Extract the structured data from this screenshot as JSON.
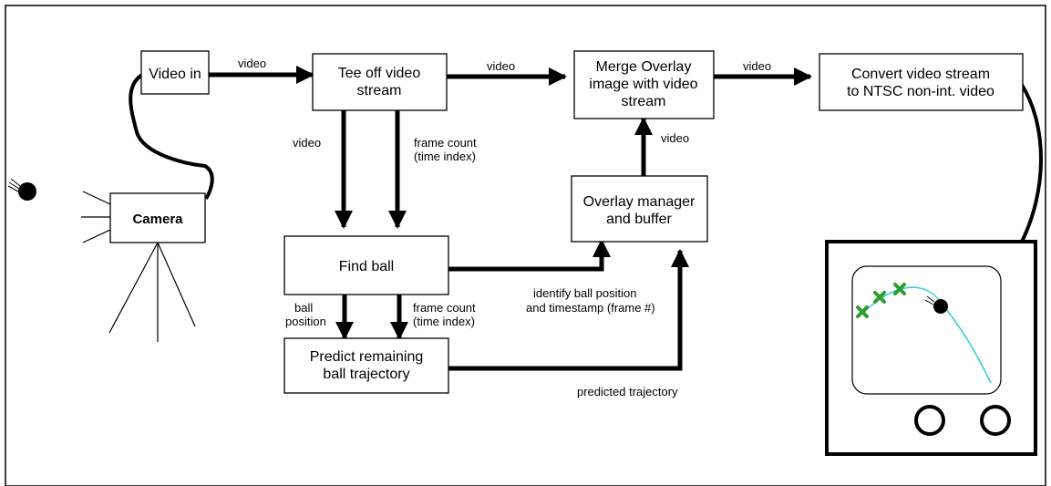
{
  "boxes": {
    "video_in": [
      "Video in"
    ],
    "tee_off": [
      "Tee off video",
      "stream"
    ],
    "merge_overlay": [
      "Merge Overlay",
      "image with video",
      "stream"
    ],
    "convert": [
      "Convert video stream",
      "to NTSC non-int. video"
    ],
    "camera": [
      "Camera"
    ],
    "find_ball": [
      "Find ball"
    ],
    "overlay_manager": [
      "Overlay manager",
      "and buffer"
    ],
    "predict": [
      "Predict remaining",
      "ball trajectory"
    ]
  },
  "edge_labels": {
    "videoin_to_tee": [
      "video"
    ],
    "tee_to_merge": [
      "video"
    ],
    "merge_to_convert": [
      "video"
    ],
    "tee_to_find_video": [
      "video"
    ],
    "tee_to_find_frame": [
      "frame count",
      "(time index)"
    ],
    "overlay_to_merge": [
      "video"
    ],
    "find_to_predict_ball": [
      "ball",
      "position"
    ],
    "find_to_predict_frame": [
      "frame count",
      "(time index)"
    ],
    "find_to_overlay": [
      "identify ball position",
      "and timestamp (frame #)"
    ],
    "predict_to_overlay": [
      "predicted trajectory"
    ]
  },
  "colors": {
    "line": "#000000",
    "trajectory": "#33cccc",
    "marker": "#2e9e2e"
  }
}
